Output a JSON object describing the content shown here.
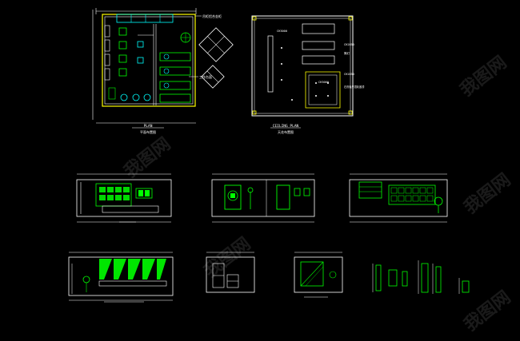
{
  "plan": {
    "title": "PLAN",
    "subtitle": "平面布置图",
    "tag_top_right": "吊柜铝合金柜",
    "tag_mid_right": "工作台面"
  },
  "ceiling": {
    "title": "CEILING PLAN",
    "subtitle": "天花布置图",
    "labels": [
      "CH3000",
      "CH2850",
      "筒灯",
      "CH2850",
      "CH3000",
      "石膏板吊顶乳胶漆"
    ]
  },
  "watermark": {
    "text": "我图网"
  },
  "colors": {
    "background": "#000000",
    "line_white": "#ffffff",
    "line_green": "#00ff00",
    "line_cyan": "#00ffff",
    "line_yellow": "#ffff00",
    "line_magenta": "#ff00ff"
  }
}
